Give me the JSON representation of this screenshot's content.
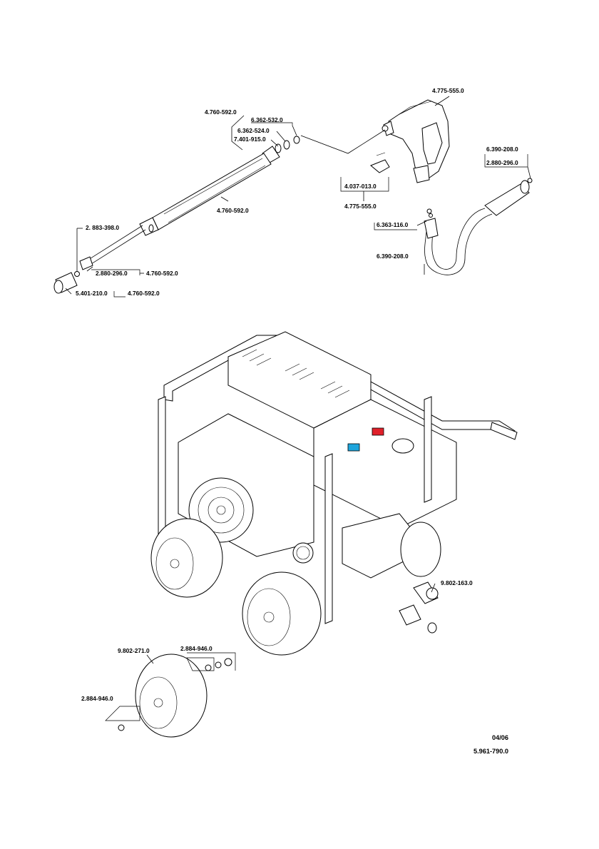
{
  "part_numbers": {
    "gun": "4.775-555.0",
    "lance_top": "4.760-592.0",
    "lance_mid": "4.760-592.0",
    "seal_a": "6.362-532.0",
    "seal_b": "6.362-524.0",
    "oring": "7.401-915.0",
    "trigger_lock": "4.037-013.0",
    "trigger_lock_ref": "4.775-555.0",
    "hose_grip": "6.390-208.0",
    "hose_oring": "2.880-296.0",
    "hose_seal": "6.363-116.0",
    "hose_label": "6.390-208.0",
    "pipe": "2. 883-398.0",
    "nozzle_oring": "2.880-296.0",
    "nozzle_oring_ref": "4.760-592.0",
    "nozzle": "5.401-210.0",
    "nozzle_ref": "4.760-592.0",
    "inlet_fitting": "9.802-163.0",
    "wheel": "9.802-271.0",
    "wheel_kit_top": "2.884-946.0",
    "wheel_kit_bottom": "2.884-946.0"
  },
  "footer": {
    "date": "04/06",
    "doc_number": "5.961-790.0"
  }
}
